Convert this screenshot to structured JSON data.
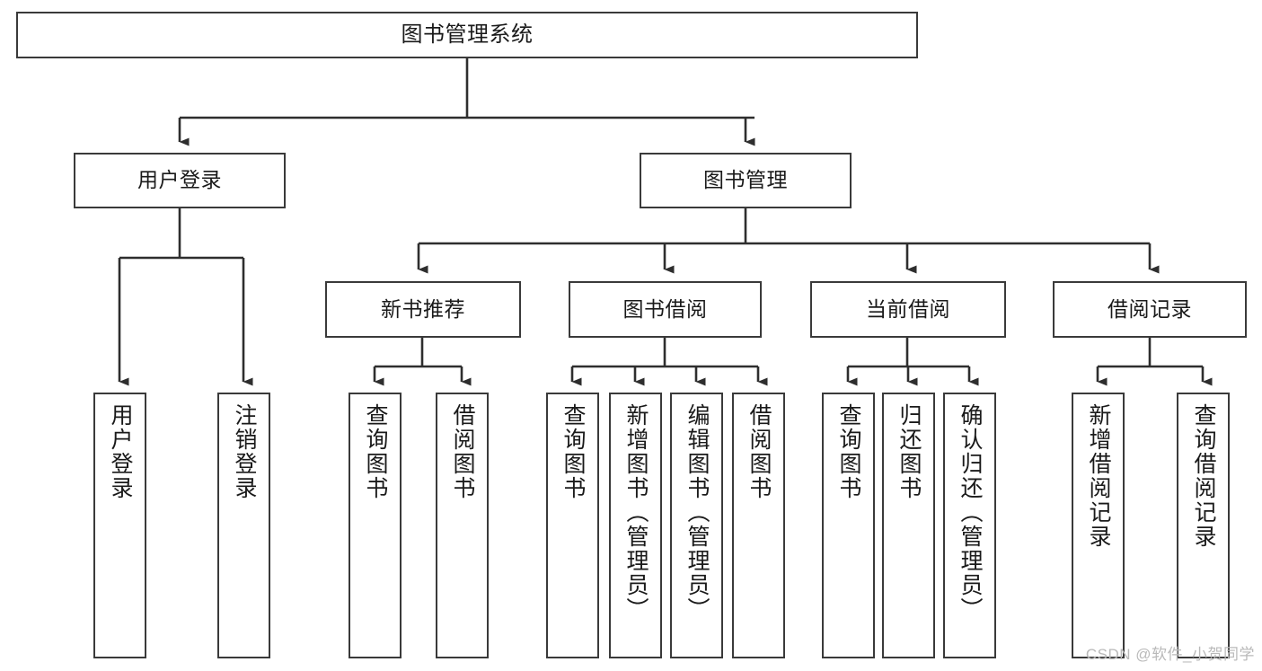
{
  "diagram": {
    "title": "图书管理系统",
    "type": "tree-hierarchy-diagram",
    "colors": {
      "box_border": "#3a3a3a",
      "box_fill": "#ffffff",
      "edge": "#2e2e2e",
      "text": "#1a1a1a",
      "watermark": "#b9b9b9",
      "background": "#ffffff"
    },
    "watermark": "CSDN @软件_小贺同学",
    "nodes": {
      "root": {
        "label": "图书管理系统"
      },
      "level1": [
        {
          "label": "用户登录"
        },
        {
          "label": "图书管理"
        }
      ],
      "level2": [
        {
          "label": "新书推荐"
        },
        {
          "label": "图书借阅"
        },
        {
          "label": "当前借阅"
        },
        {
          "label": "借阅记录"
        }
      ],
      "leaves": {
        "user_login": [
          {
            "label": "用户登录"
          },
          {
            "label": "注销登录"
          }
        ],
        "new_book_recommend": [
          {
            "label": "查询图书"
          },
          {
            "label": "借阅图书"
          }
        ],
        "book_borrow": [
          {
            "label": "查询图书"
          },
          {
            "label": "新增图书（管理员）"
          },
          {
            "label": "编辑图书（管理员）"
          },
          {
            "label": "借阅图书"
          }
        ],
        "current_borrow": [
          {
            "label": "查询图书"
          },
          {
            "label": "归还图书"
          },
          {
            "label": "确认归还（管理员）"
          }
        ],
        "borrow_record": [
          {
            "label": "新增借阅记录"
          },
          {
            "label": "查询借阅记录"
          }
        ]
      }
    }
  }
}
